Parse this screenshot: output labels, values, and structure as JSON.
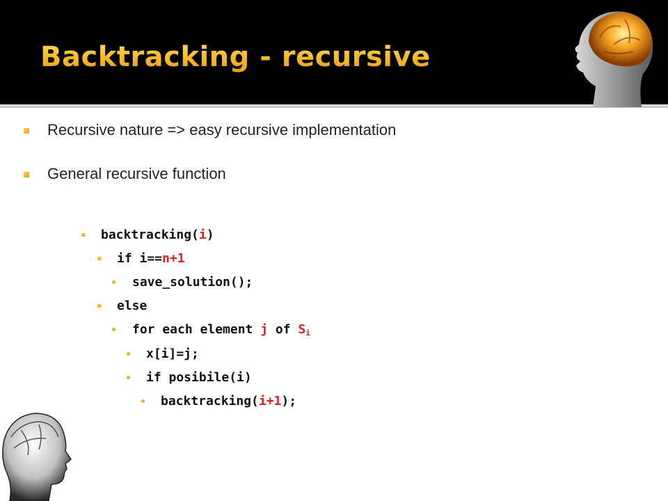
{
  "slide": {
    "title": "Backtracking - recursive",
    "colors": {
      "header_bg": "#000000",
      "title": "#f5b21b",
      "bullet": "#f0ad1a",
      "code_accent": "#e02020"
    }
  },
  "bullets": {
    "b1": "Recursive nature => easy recursive implementation",
    "b2": "General recursive function"
  },
  "code": {
    "l1_pre": "backtracking(",
    "l1_arg": "i",
    "l1_post": ")",
    "l2_pre": "if i==",
    "l2_red": "n+1",
    "l3": "save_solution();",
    "l4": "else",
    "l5_pre": "for each element ",
    "l5_j": "j",
    "l5_mid": " of ",
    "l5_s": "S",
    "l5_sub": "i",
    "l6": "x[i]=j;",
    "l7": "if posibile(i)",
    "l8_pre": "backtracking(",
    "l8_red": "i+1",
    "l8_post": ");"
  },
  "images": {
    "top_right": "brain-head-illustration",
    "bottom_left": "head-sketch-illustration"
  }
}
